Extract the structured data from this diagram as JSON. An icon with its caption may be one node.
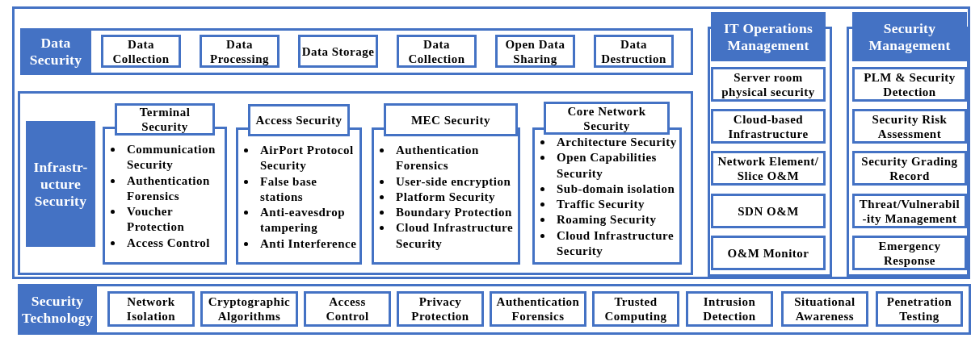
{
  "diagram": {
    "nodes": [
      {
        "text": [
          "Data Security"
        ]
      },
      {
        "text": [
          "Data Collection"
        ],
        "in": 0
      },
      {
        "text": [
          "Data Processing"
        ],
        "in": 0
      },
      {
        "text": [
          "Data Storage"
        ],
        "in": 0
      },
      {
        "text": [
          "Data Collection"
        ],
        "in": 0
      },
      {
        "text": [
          "Open Data Sharing"
        ],
        "in": 0
      },
      {
        "text": [
          "Data Destruction"
        ],
        "in": 0
      },
      {
        "text": [
          "Infrastr- ucture Security"
        ]
      },
      {
        "text": [
          "Terminal Security",
          "Communication Security",
          "Authentication Forensics",
          "Voucher Protection",
          "Access Control"
        ],
        "in": 7
      },
      {
        "text": [
          "Access Security",
          "AirPort Protocol Security",
          "False base stations",
          "Anti-eavesdrop tampering",
          "Anti Interference"
        ],
        "in": 7
      },
      {
        "text": [
          "MEC Security",
          "Authentication Forensics",
          "User-side encryption",
          "Platform Security",
          "Boundary Protection",
          "Cloud Infrastructure Security"
        ],
        "in": 7
      },
      {
        "text": [
          "Core Network Security",
          "Architecture Security",
          "Open Capabilities Security",
          "Sub-domain isolation",
          "Traffic Security",
          "Roaming Security",
          "Cloud Infrastructure Security"
        ],
        "in": 7
      },
      {
        "text": [
          "IT Operations Management"
        ]
      },
      {
        "text": [
          "Server room physical security"
        ],
        "in": 12
      },
      {
        "text": [
          "Cloud-based Infrastructure"
        ],
        "in": 12
      },
      {
        "text": [
          "Network Element/ Slice O&M"
        ],
        "in": 12
      },
      {
        "text": [
          "SDN O&M"
        ],
        "in": 12
      },
      {
        "text": [
          "O&M Monitor"
        ],
        "in": 12
      },
      {
        "text": [
          "Security Management"
        ]
      },
      {
        "text": [
          "PLM & Security Detection"
        ],
        "in": 18
      },
      {
        "text": [
          "Security Risk Assessment"
        ],
        "in": 18
      },
      {
        "text": [
          "Security Grading Record"
        ],
        "in": 18
      },
      {
        "text": [
          "Threat/Vulnerabil -ity Management"
        ],
        "in": 18
      },
      {
        "text": [
          "Emergency Response"
        ],
        "in": 18
      },
      {
        "text": [
          "Security Technology"
        ]
      },
      {
        "text": [
          "Network Isolation"
        ],
        "in": 24
      },
      {
        "text": [
          "Cryptographic Algorithms"
        ],
        "in": 24
      },
      {
        "text": [
          "Access Control"
        ],
        "in": 24
      },
      {
        "text": [
          "Privacy Protection"
        ],
        "in": 24
      },
      {
        "text": [
          "Authentication Forensics"
        ],
        "in": 24
      },
      {
        "text": [
          "Trusted Computing"
        ],
        "in": 24
      },
      {
        "text": [
          "Intrusion Detection"
        ],
        "in": 24
      },
      {
        "text": [
          "Situational Awareness"
        ],
        "in": 24
      },
      {
        "text": [
          "Penetration Testing"
        ],
        "in": 24
      }
    ]
  }
}
